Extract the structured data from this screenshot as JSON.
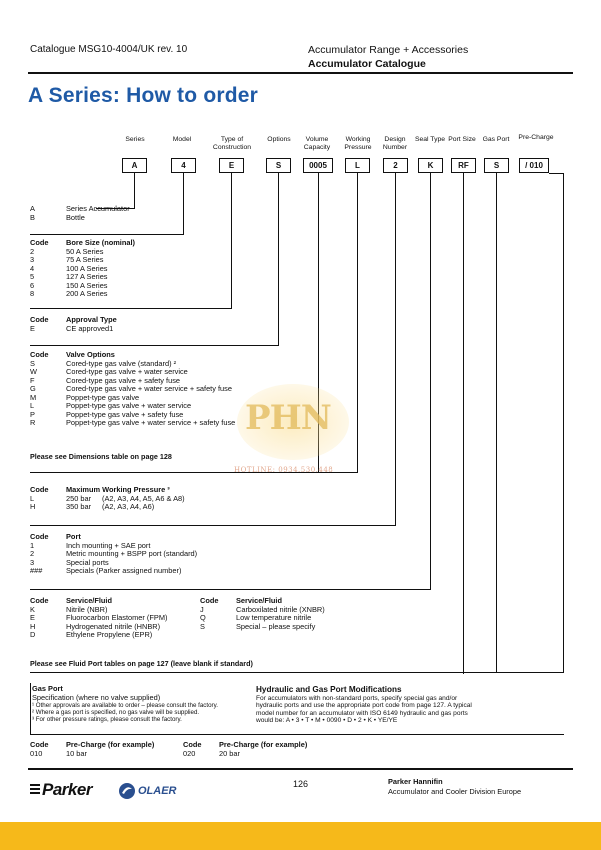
{
  "header": {
    "catalogue": "Catalogue MSG10-4004/UK rev. 10",
    "range": "Accumulator Range + Accessories",
    "subtitle": "Accumulator Catalogue"
  },
  "title": "A Series: How to order",
  "columns": [
    {
      "label": "Series",
      "value": "A"
    },
    {
      "label": "Model",
      "value": "4"
    },
    {
      "label": "Type of Construction",
      "value": "E"
    },
    {
      "label": "Options",
      "value": "S"
    },
    {
      "label": "Volume Capacity",
      "value": "0005"
    },
    {
      "label": "Working Pressure",
      "value": "L"
    },
    {
      "label": "Design Number",
      "value": "2"
    },
    {
      "label": "Seal Type",
      "value": "K"
    },
    {
      "label": "Port Size",
      "value": "RF"
    },
    {
      "label": "Gas Port",
      "value": "S"
    },
    {
      "label": "Pre-Charge",
      "value": "/ 010"
    }
  ],
  "series": {
    "rows": [
      {
        "code": "A",
        "desc": "Series Accumulator"
      },
      {
        "code": "B",
        "desc": "Bottle"
      }
    ]
  },
  "bore": {
    "code_h": "Code",
    "title": "Bore Size (nominal)",
    "rows": [
      {
        "code": "2",
        "desc": "50 A Series"
      },
      {
        "code": "3",
        "desc": "75 A Series"
      },
      {
        "code": "4",
        "desc": "100 A Series"
      },
      {
        "code": "5",
        "desc": "127 A Series"
      },
      {
        "code": "6",
        "desc": "150 A Series"
      },
      {
        "code": "8",
        "desc": "200 A Series"
      }
    ]
  },
  "approval": {
    "code_h": "Code",
    "title": "Approval Type",
    "rows": [
      {
        "code": "E",
        "desc": "CE approved1"
      }
    ]
  },
  "valve": {
    "code_h": "Code",
    "title": "Valve Options",
    "rows": [
      {
        "code": "S",
        "desc": "Cored-type gas valve (standard) ²"
      },
      {
        "code": "W",
        "desc": "Cored-type gas valve + water service"
      },
      {
        "code": "F",
        "desc": "Cored-type gas valve + safety fuse"
      },
      {
        "code": "G",
        "desc": "Cored-type gas valve + water service + safety fuse"
      },
      {
        "code": "M",
        "desc": "Poppet-type gas valve"
      },
      {
        "code": "L",
        "desc": "Poppet-type gas valve + water service"
      },
      {
        "code": "P",
        "desc": "Poppet-type gas valve + safety fuse"
      },
      {
        "code": "R",
        "desc": "Poppet-type gas valve + water service + safety fuse"
      }
    ]
  },
  "dim_note": "Please see Dimensions table on page 128",
  "pressure": {
    "code_h": "Code",
    "title": "Maximum Working Pressure ³",
    "rows": [
      {
        "code": "L",
        "desc": "250 bar",
        "extra": "(A2, A3, A4, A5, A6 & A8)"
      },
      {
        "code": "H",
        "desc": "350 bar",
        "extra": "(A2, A3, A4, A6)"
      }
    ]
  },
  "port": {
    "code_h": "Code",
    "title": "Port",
    "rows": [
      {
        "code": "1",
        "desc": "Inch mounting + SAE port"
      },
      {
        "code": "2",
        "desc": "Metric mounting + BSPP port (standard)"
      },
      {
        "code": "3",
        "desc": "Special ports"
      },
      {
        "code": "###",
        "desc": "Specials (Parker assigned number)"
      }
    ]
  },
  "fluid": {
    "code_h": "Code",
    "title": "Service/Fluid",
    "left": [
      {
        "code": "K",
        "desc": "Nitrile (NBR)"
      },
      {
        "code": "E",
        "desc": "Fluorocarbon Elastomer (FPM)"
      },
      {
        "code": "H",
        "desc": "Hydrogenated nitrile (HNBR)"
      },
      {
        "code": "D",
        "desc": "Ethylene Propylene (EPR)"
      }
    ],
    "right": [
      {
        "code": "J",
        "desc": "Carboxilated nitrile (XNBR)"
      },
      {
        "code": "Q",
        "desc": "Low temperature nitrile"
      },
      {
        "code": "S",
        "desc": "Special – please specify"
      }
    ]
  },
  "fluid_note": "Please see Fluid Port tables on page 127 (leave blank if standard)",
  "gasport": {
    "title": "Gas Port",
    "line1": "Specification (where no valve supplied)",
    "fn1": "¹ Other approvals are available to order – please consult the factory.",
    "fn2": "²  Where a gas port is specified, no gas valve will be supplied.",
    "fn3": "³  For other pressure ratings, please consult the factory."
  },
  "mods": {
    "title": "Hydraulic and Gas Port Modifications",
    "l1": "For accumulators with non-standard ports, specify special gas and/or",
    "l2": "hydraulic ports and use the appropriate port code from page 127. A typical",
    "l3": "model number for an accumulator with ISO 6149 hydraulic and gas ports",
    "l4": "would be:  A • 3 • T • M • 0090 • D • 2 • K • YE/YE"
  },
  "precharge": {
    "code_h": "Code",
    "title": "Pre-Charge (for example)",
    "rows": [
      {
        "code": "010",
        "desc": "10 bar"
      },
      {
        "code": "020",
        "desc": "20 bar"
      }
    ]
  },
  "footer": {
    "page": "126",
    "company": "Parker Hannifin",
    "division": "Accumulator and Cooler Division Europe",
    "logo_parker": "Parker",
    "logo_olaer": "OLAER"
  },
  "watermark": {
    "logo": "PHN",
    "hotline": "HOTLINE: 0934.530.448"
  },
  "colors": {
    "title_blue": "#1f5aa6",
    "footer_yellow": "#f6b91a",
    "olaer_blue": "#2a4f8f"
  }
}
